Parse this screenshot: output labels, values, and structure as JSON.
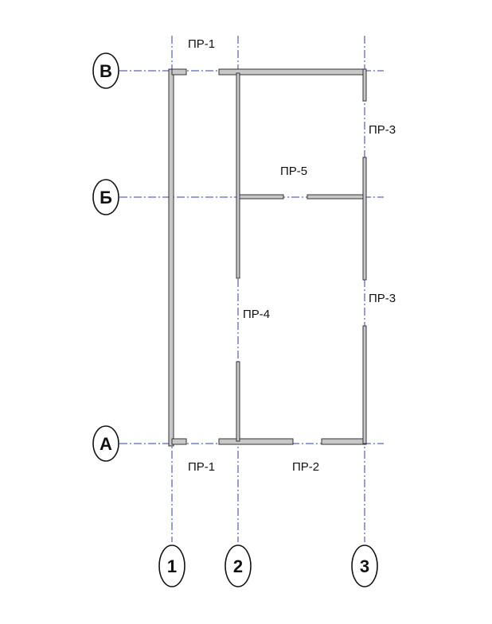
{
  "colors": {
    "axis_line": "#2f3fa8",
    "wall_fill": "#c8c8c8",
    "wall_stroke": "#333333",
    "text": "#111111"
  },
  "axes": {
    "rows": [
      "В",
      "Б",
      "А"
    ],
    "columns": [
      "1",
      "2",
      "3"
    ]
  },
  "labels": {
    "pr1_top": "ПР-1",
    "pr1_bottom": "ПР-1",
    "pr2": "ПР-2",
    "pr3_upper": "ПР-3",
    "pr3_lower": "ПР-3",
    "pr4": "ПР-4",
    "pr5": "ПР-5"
  }
}
